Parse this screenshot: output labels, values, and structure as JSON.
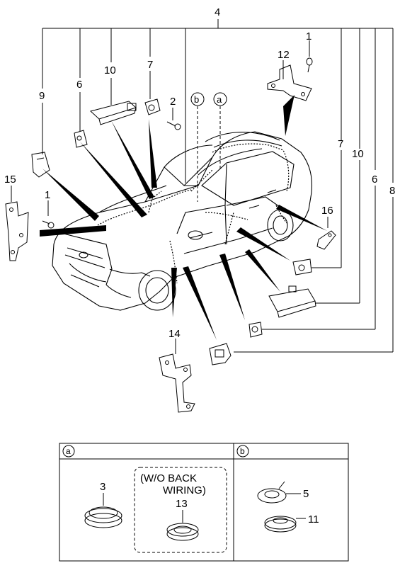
{
  "diagram": {
    "callouts": {
      "n1a": "1",
      "n1b": "1",
      "n2": "2",
      "n4": "4",
      "n6a": "6",
      "n6b": "6",
      "n7a": "7",
      "n7b": "7",
      "n8": "8",
      "n9": "9",
      "n10a": "10",
      "n10b": "10",
      "n12": "12",
      "n14": "14",
      "n15": "15",
      "n16": "16"
    },
    "refs": {
      "a": "a",
      "b": "b"
    },
    "detail_table": {
      "col_a": "a",
      "col_b": "b",
      "note_line1": "(W/O BACK",
      "note_line2": "WIRING)",
      "n3": "3",
      "n13": "13",
      "n5": "5",
      "n11": "11"
    }
  }
}
